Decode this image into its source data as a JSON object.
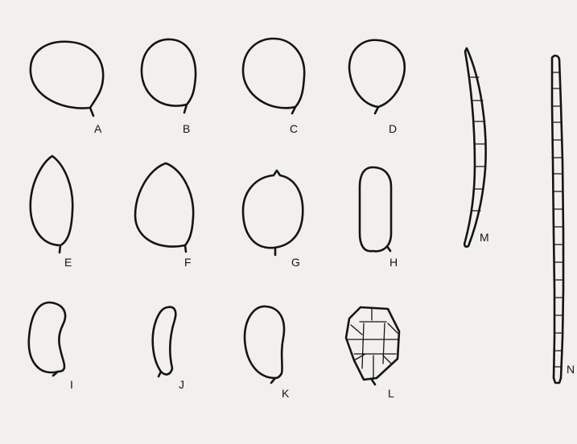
{
  "figure": {
    "background": "#f2f0ed",
    "ink": "#141414",
    "spores": [
      {
        "id": "A",
        "label": "A",
        "shape": "globose"
      },
      {
        "id": "B",
        "label": "B",
        "shape": "ovoid"
      },
      {
        "id": "C",
        "label": "C",
        "shape": "ovoid"
      },
      {
        "id": "D",
        "label": "D",
        "shape": "obovoid"
      },
      {
        "id": "E",
        "label": "E",
        "shape": "amygdaliform"
      },
      {
        "id": "F",
        "label": "F",
        "shape": "limoniform-ovoid"
      },
      {
        "id": "G",
        "label": "G",
        "shape": "limoniform"
      },
      {
        "id": "H",
        "label": "H",
        "shape": "cylindrical"
      },
      {
        "id": "I",
        "label": "I",
        "shape": "reniform"
      },
      {
        "id": "J",
        "label": "J",
        "shape": "allantoid"
      },
      {
        "id": "K",
        "label": "K",
        "shape": "phaseoliform"
      },
      {
        "id": "L",
        "label": "L",
        "shape": "muriform"
      },
      {
        "id": "M",
        "label": "M",
        "shape": "fusoid-septate"
      },
      {
        "id": "N",
        "label": "N",
        "shape": "filiform-septate"
      }
    ]
  }
}
